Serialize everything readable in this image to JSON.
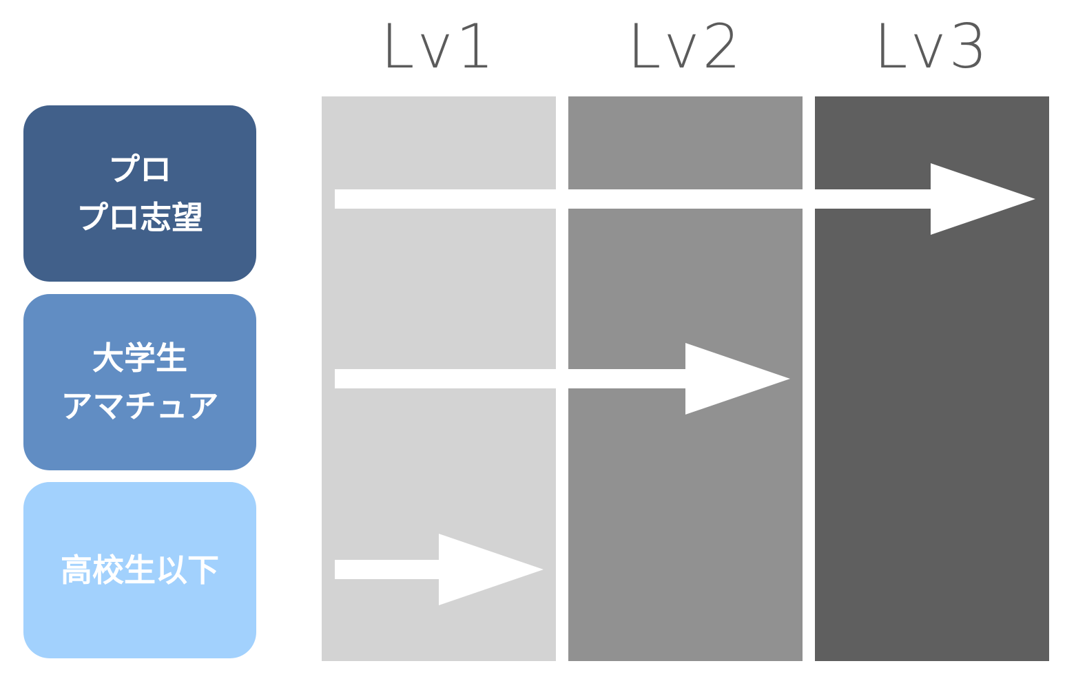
{
  "levels": [
    {
      "label": "Lv1",
      "color": "#d3d3d3"
    },
    {
      "label": "Lv2",
      "color": "#919191"
    },
    {
      "label": "Lv3",
      "color": "#5f5f5f"
    }
  ],
  "groups": [
    {
      "lines": [
        "プロ",
        "プロ志望"
      ],
      "color": "#41608a",
      "arrow_reaches": "Lv3"
    },
    {
      "lines": [
        "大学生",
        "アマチュア"
      ],
      "color": "#618dc3",
      "arrow_reaches": "Lv2"
    },
    {
      "lines": [
        "高校生以下"
      ],
      "color": "#a2d1fd",
      "arrow_reaches": "Lv1"
    }
  ],
  "arrow_color": "#ffffff"
}
